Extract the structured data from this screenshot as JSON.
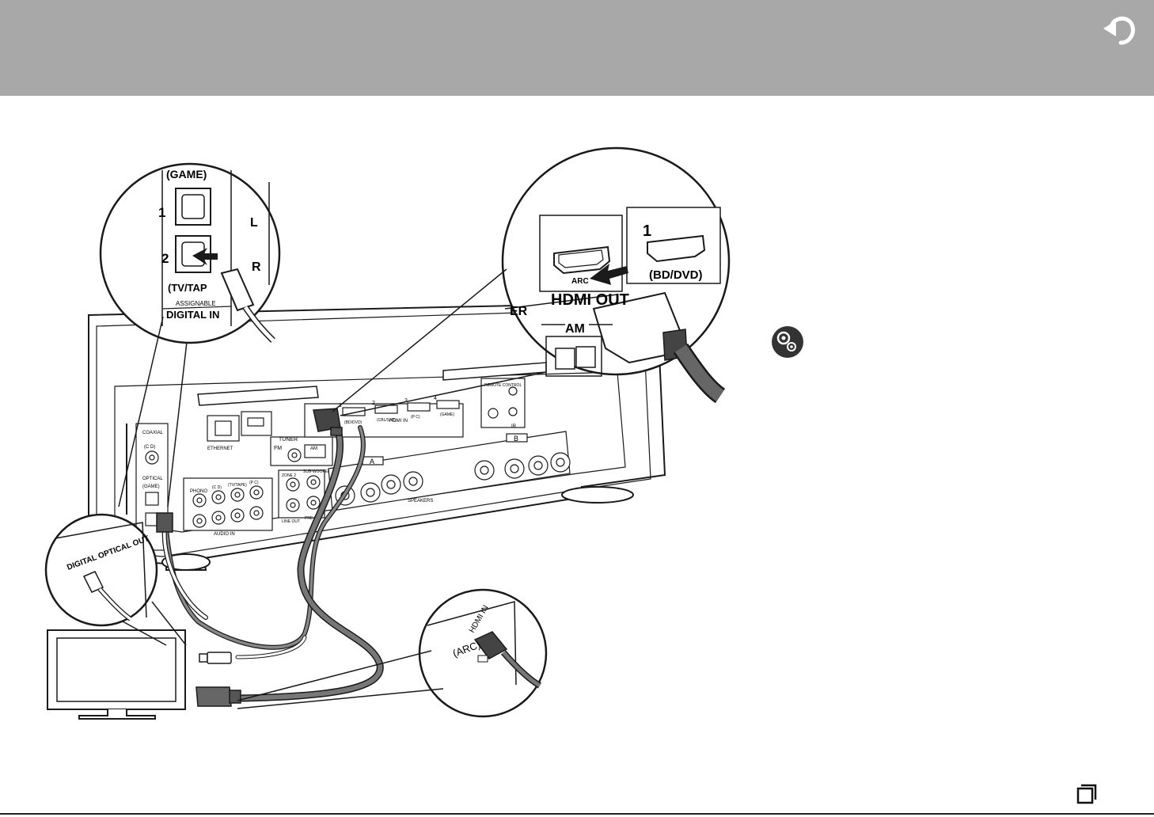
{
  "header": {
    "back_icon": "return-arrow-icon"
  },
  "zoom_optical": {
    "game": "(GAME)",
    "port1": "1",
    "port2": "2",
    "tv_tape": "(TV/TAP",
    "assignable": "ASSIGNABLE",
    "digital_in": "DIGITAL IN",
    "l": "L",
    "r": "R"
  },
  "zoom_hdmi": {
    "arc": "ARC",
    "hdmi_out": "HDMI OUT",
    "am": "AM",
    "port1": "1",
    "bd_dvd": "(BD/DVD)",
    "er": "ER"
  },
  "receiver": {
    "coaxial": "COAXIAL",
    "cd": "(C D)",
    "optical": "OPTICAL",
    "game": "(GAME)",
    "ethernet": "ETHERNET",
    "tuner": "TUNER",
    "fm": "FM",
    "am": "AM",
    "hdmi_in": "HDMI IN",
    "hdmi_ports": [
      "1",
      "2",
      "3",
      "4"
    ],
    "hdmi_port_labels": [
      "(BD/DVD)",
      "(CBL/SAT)",
      "(P C)",
      "(GAME)"
    ],
    "audio_in": "AUDIO IN",
    "phono": "PHONO",
    "cd2": "(C D)",
    "tv_tape": "(TV/TAPE)",
    "pc": "(P C)",
    "zone2": "ZONE 2",
    "subwoofer": "SUB-WOOFER",
    "line_out": "LINE OUT",
    "pre_out": "PRE OUT",
    "speakers": "SPEAKERS",
    "a": "A",
    "b": "B",
    "remote_control": "REMOTE CONTROL",
    "ir": "IR"
  },
  "zoom_tv_optical": {
    "label": "DIGITAL OPTICAL OUT"
  },
  "zoom_tv_hdmi": {
    "arc": "(ARC)",
    "hdmi_in": "HDMI IN"
  },
  "side": {
    "settings_icon": "settings-gears-icon"
  },
  "footer": {
    "page_icon": "page-square-icon"
  },
  "colors": {
    "header": "#a8a8a8",
    "line": "#1a1a1a",
    "cable": "#555555"
  }
}
